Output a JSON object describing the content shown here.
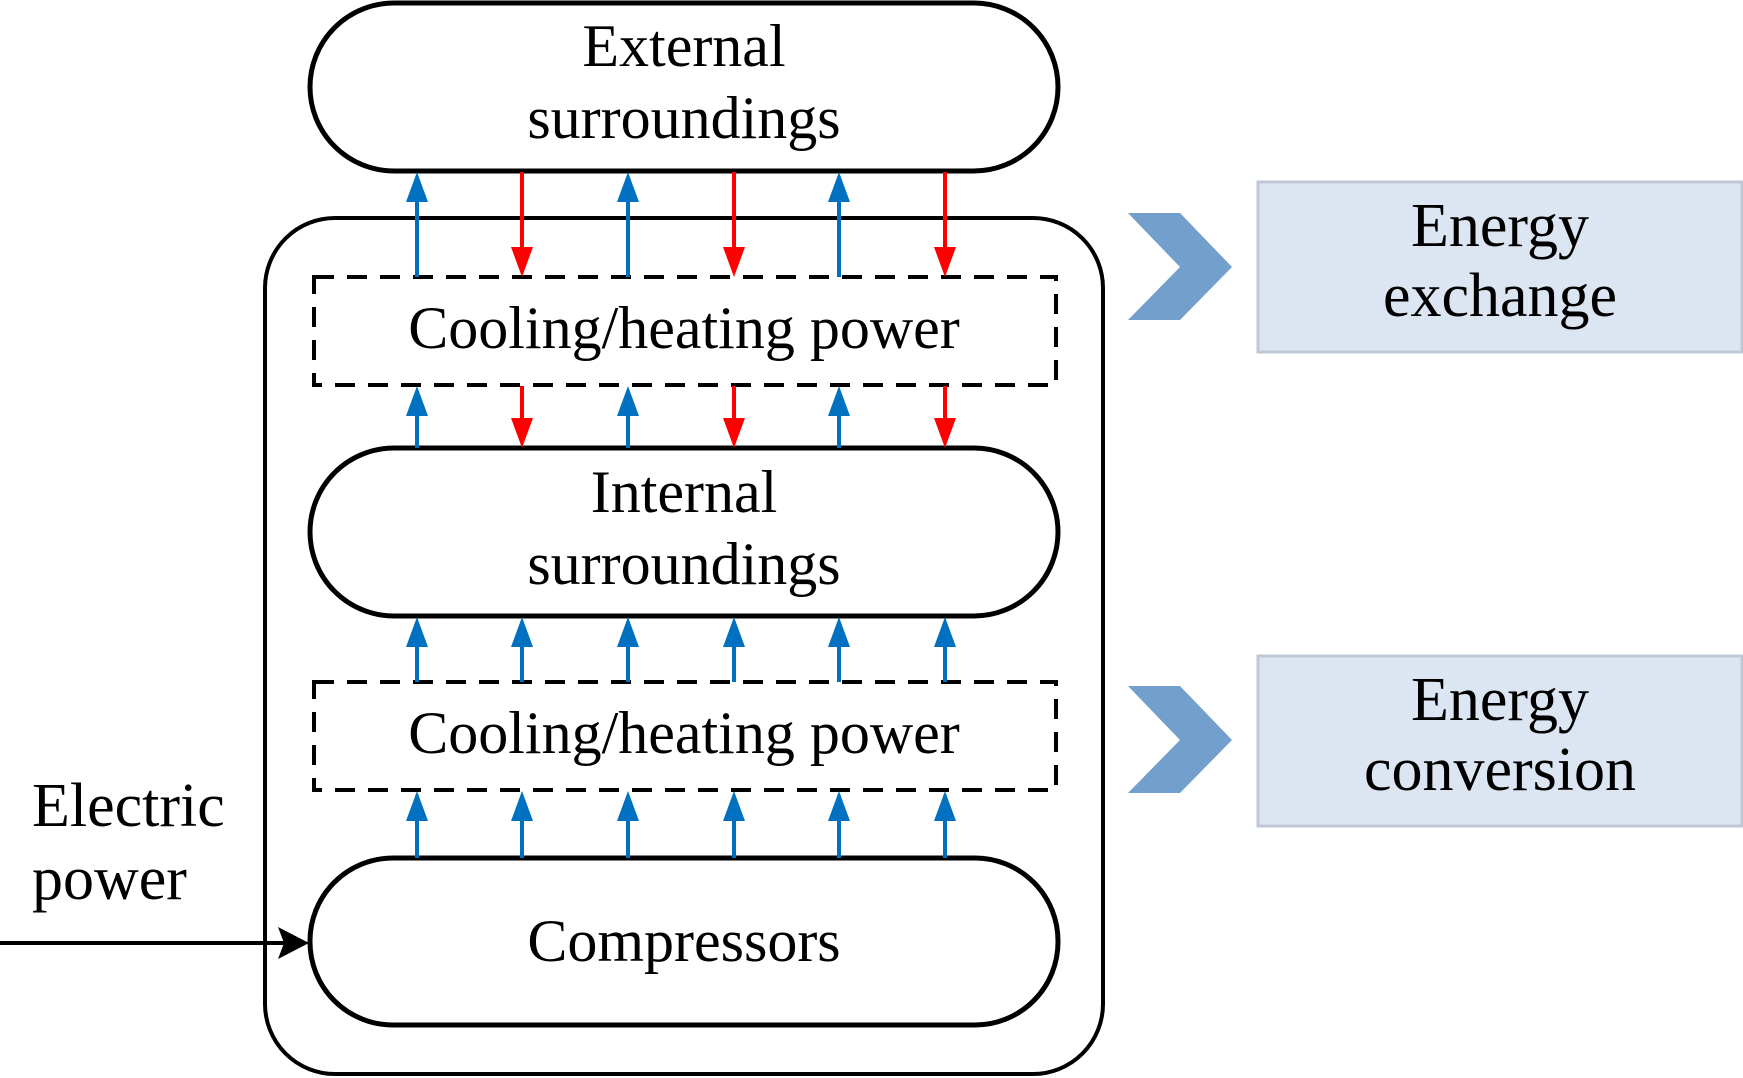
{
  "diagram": {
    "nodes": {
      "external": {
        "line1": "External",
        "line2": "surroundings"
      },
      "power_top": {
        "label": "Cooling/heating power"
      },
      "internal": {
        "line1": "Internal",
        "line2": "surroundings"
      },
      "power_bottom": {
        "label": "Cooling/heating power"
      },
      "compressors": {
        "label": "Compressors"
      }
    },
    "input": {
      "line1": "Electric",
      "line2": "power"
    },
    "stages": [
      {
        "line1": "Energy",
        "line2": "exchange"
      },
      {
        "line1": "Energy",
        "line2": "conversion"
      }
    ],
    "arrow_groups": {
      "external_to_power_top": [
        "up",
        "down",
        "up",
        "down",
        "up",
        "down"
      ],
      "power_top_to_internal": [
        "up",
        "down",
        "up",
        "down",
        "up",
        "down"
      ],
      "power_bottom_to_internal": [
        "up",
        "up",
        "up",
        "up",
        "up",
        "up"
      ],
      "compressors_to_power_bottom": [
        "up",
        "up",
        "up",
        "up",
        "up",
        "up"
      ]
    },
    "colors": {
      "up_arrow": "#0070C0",
      "down_arrow": "#FF0000",
      "stage_fill": "#DCE6F2",
      "stage_border": "#BFC8D2",
      "chevron": "#729FCB"
    }
  }
}
